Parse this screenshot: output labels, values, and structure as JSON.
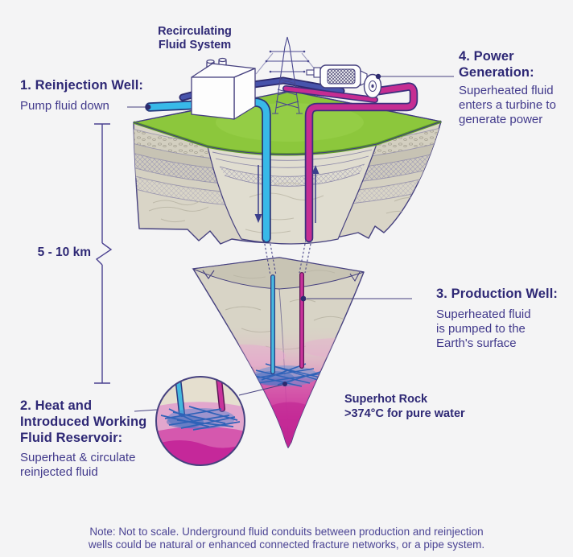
{
  "palette": {
    "background": "#f4f4f5",
    "heading_ink": "#2e2875",
    "body_ink": "#41398b",
    "note_ink": "#4b4494",
    "grass_green": "#8cc73c",
    "cold_pipe_cyan": "#38b9e8",
    "hot_pipe_magenta": "#c52d92",
    "return_pipe_blue": "#4753ab",
    "rock_beige": "#d9d5c7",
    "superhot_pink": "#c5289a",
    "fracture_blue": "#2f62b8"
  },
  "labels": {
    "recirculating": "Recirculating\nFluid System",
    "step1_title": "1. Reinjection Well:",
    "step1_body": "Pump fluid down",
    "step4_title": "4. Power\nGeneration:",
    "step4_body": "Superheated fluid\nenters a turbine to\ngenerate power",
    "depth": "5 - 10 km",
    "step3_title": "3. Production Well:",
    "step3_body": "Superheated fluid\nis pumped to the\nEarth's surface",
    "step2_title": "2. Heat and\nIntroduced Working\nFluid Reservoir:",
    "step2_body": "Superheat & circulate\nreinjected fluid",
    "superhot": "Superhot Rock\n>374°C for pure water",
    "note": "Note: Not to scale. Underground fluid conduits between production and reinjection\nwells could be natural or enhanced connected fracture networks, or a pipe system."
  },
  "illustration_parts": [
    "pump-building-icon",
    "transmission-tower-icon",
    "turbine-generator-icon",
    "grass-surface",
    "upper-rock-block",
    "lower-rock-wedge",
    "reinjection-pipe-cyan",
    "production-pipe-magenta",
    "return-pipe-blue",
    "fracture-network",
    "magnifier-circle",
    "depth-measure-line"
  ]
}
